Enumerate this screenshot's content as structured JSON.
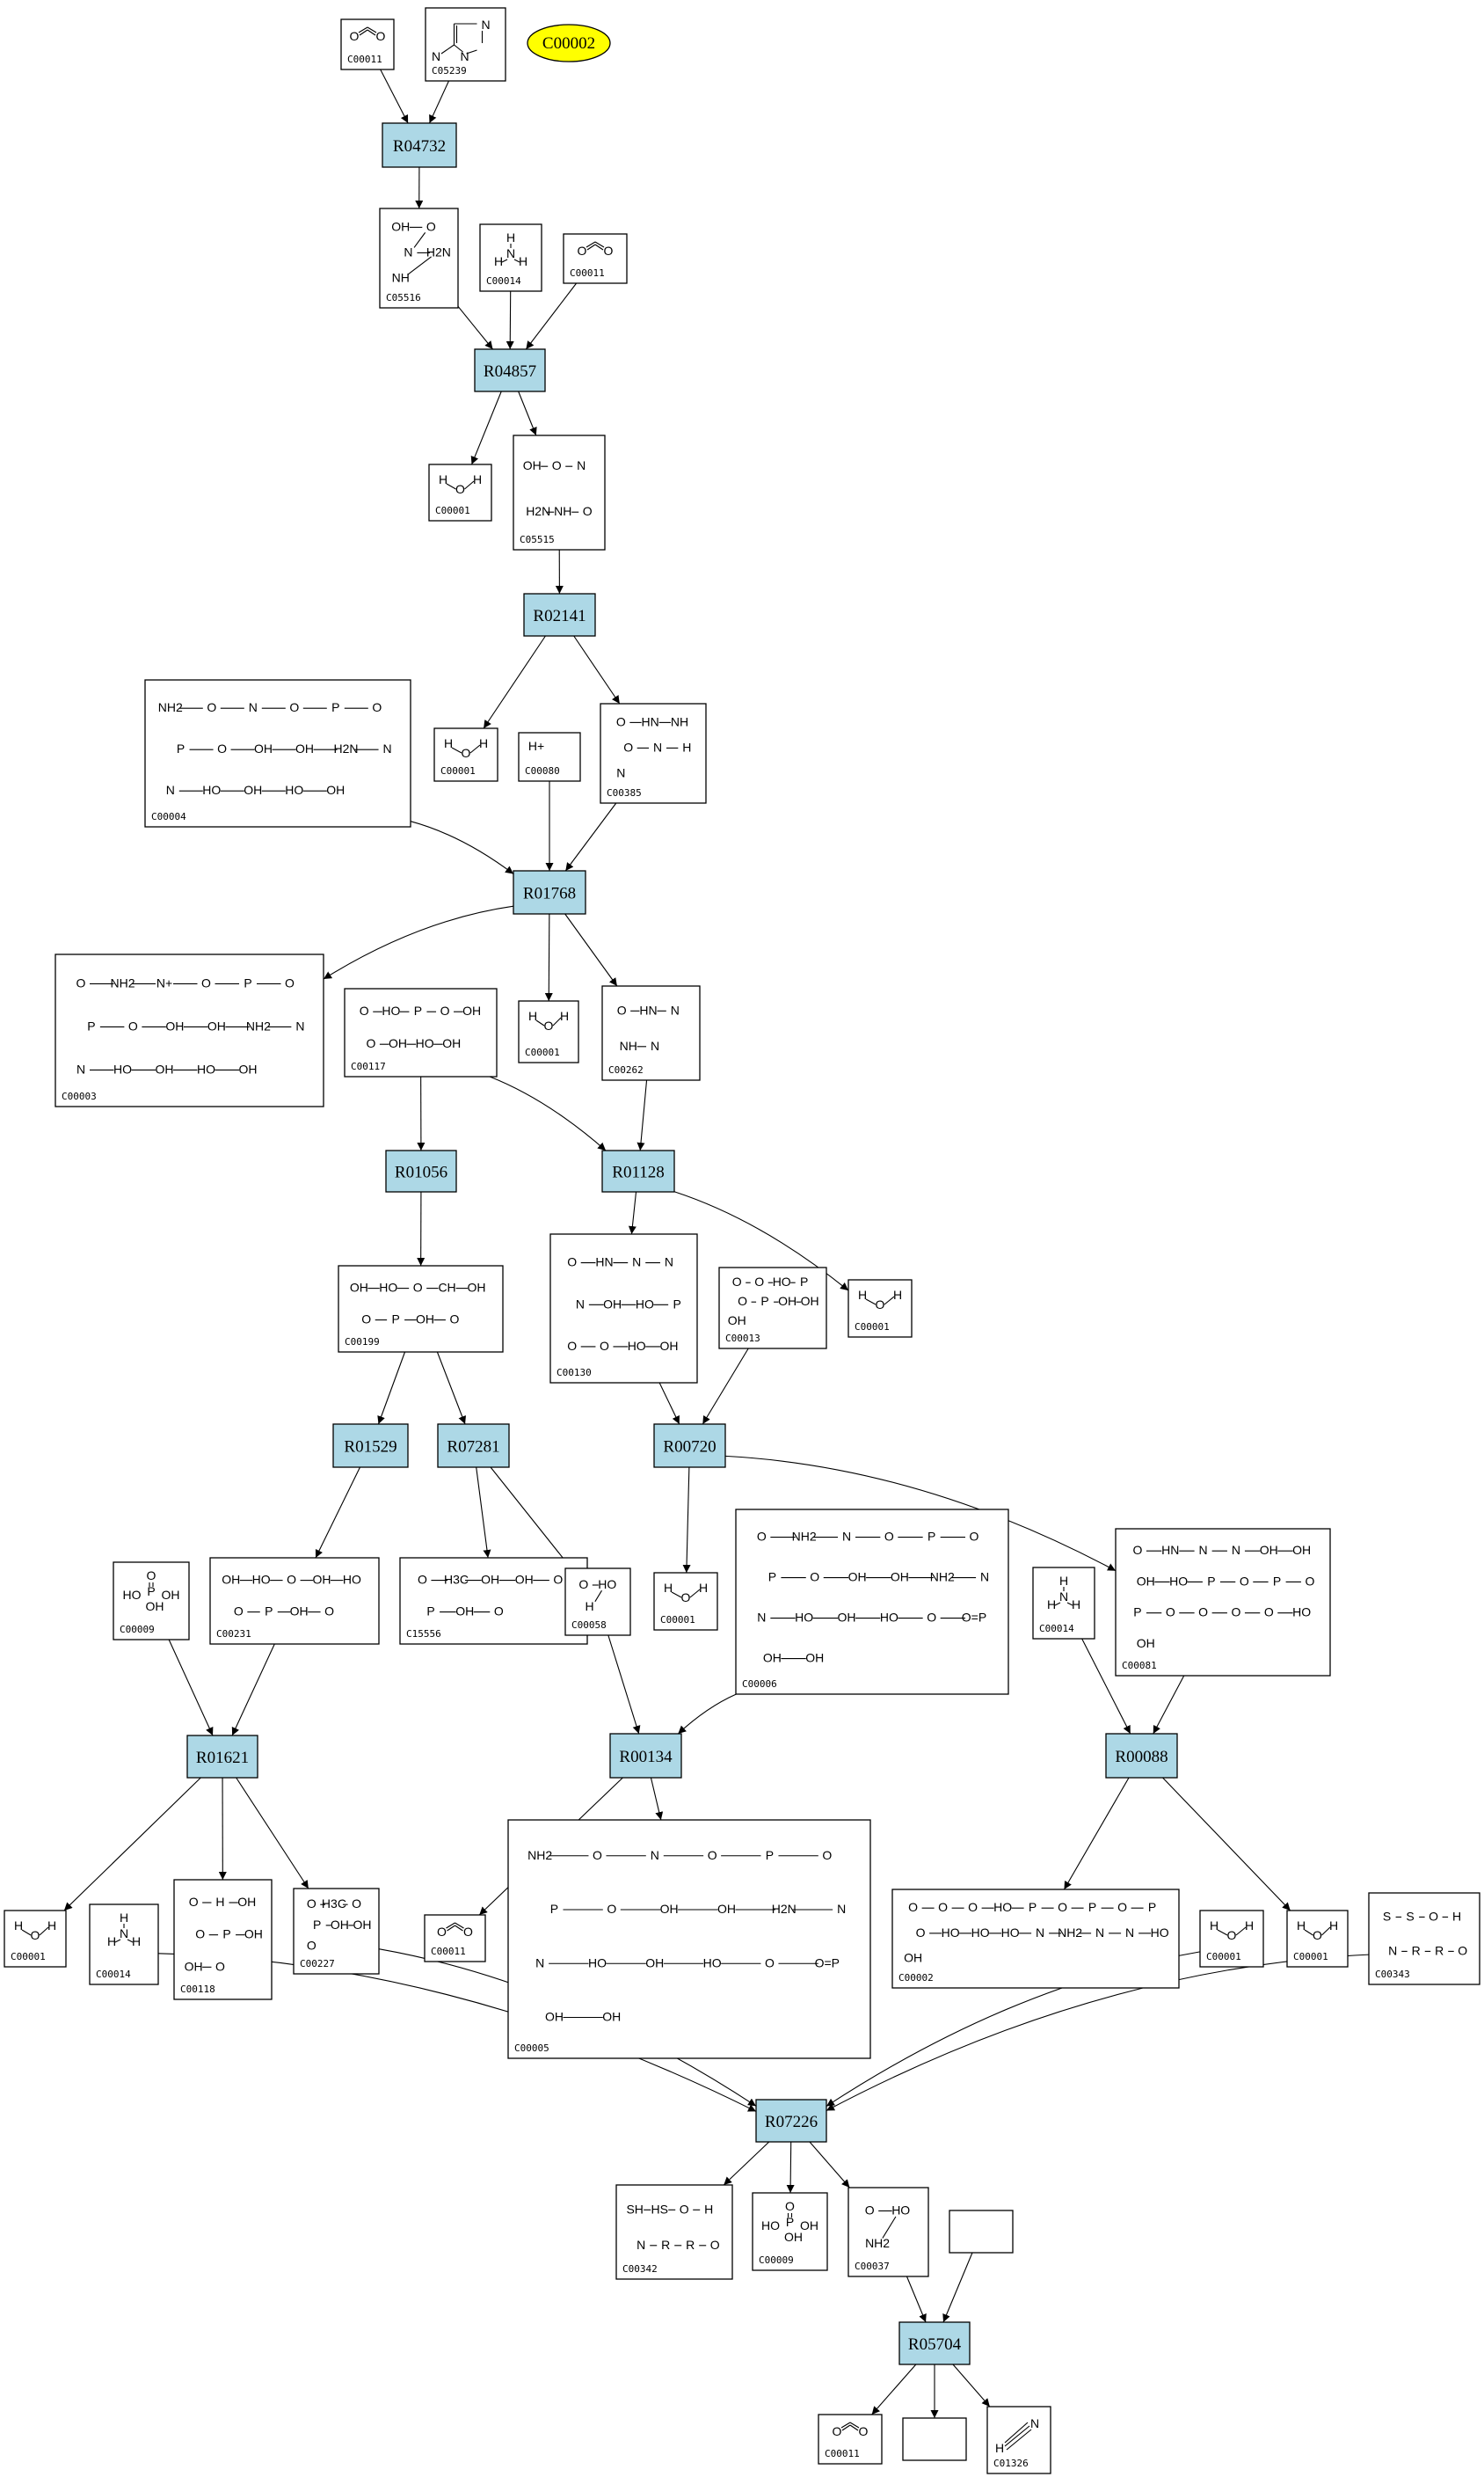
{
  "diagram": {
    "title_node": "C00002",
    "colors": {
      "reaction_fill": "#add8e6",
      "highlight_fill": "#ffff00",
      "edge": "#000000",
      "compound_fill": "#ffffff"
    },
    "reactions": [
      "R04732",
      "R04857",
      "R02141",
      "R01768",
      "R01056",
      "R01128",
      "R01529",
      "R07281",
      "R00720",
      "R01621",
      "R00134",
      "R00088",
      "R07226",
      "R05704"
    ],
    "compounds": [
      {
        "id": "n_c00011_a",
        "label": "C00011",
        "mol": "co2",
        "atoms": [
          "O",
          "O"
        ]
      },
      {
        "id": "n_c05239",
        "label": "C05239",
        "mol": "ring",
        "atoms": [
          "N",
          "N",
          "N"
        ]
      },
      {
        "id": "n_c05516",
        "label": "C05516",
        "mol": "text",
        "atoms": [
          "OH",
          "O",
          "N",
          "H2N",
          "NH"
        ]
      },
      {
        "id": "n_c00014_a",
        "label": "C00014",
        "mol": "nh3",
        "atoms": [
          "H",
          "N",
          "H",
          "H"
        ]
      },
      {
        "id": "n_c00011_b",
        "label": "C00011",
        "mol": "co2",
        "atoms": [
          "O",
          "O"
        ]
      },
      {
        "id": "n_c00001_a",
        "label": "C00001",
        "mol": "h2o",
        "atoms": [
          "H",
          "O",
          "H"
        ]
      },
      {
        "id": "n_c05515",
        "label": "C05515",
        "mol": "text",
        "atoms": [
          "OH",
          "O",
          "N",
          "H2N",
          "NH",
          "O"
        ]
      },
      {
        "id": "n_c00004",
        "label": "C00004",
        "mol": "text",
        "atoms": [
          "NH2",
          "O",
          "N",
          "O",
          "P",
          "O",
          "P",
          "O",
          "OH",
          "OH",
          "H2N",
          "N",
          "N",
          "HO",
          "OH",
          "HO",
          "OH"
        ]
      },
      {
        "id": "n_c00001_b",
        "label": "C00001",
        "mol": "h2o",
        "atoms": [
          "H",
          "O",
          "H"
        ]
      },
      {
        "id": "n_c00080",
        "label": "C00080",
        "mol": "hplus",
        "atoms": [
          "H+"
        ]
      },
      {
        "id": "n_c00385",
        "label": "C00385",
        "mol": "text",
        "atoms": [
          "O",
          "HN",
          "NH",
          "O",
          "N",
          "H",
          "N"
        ]
      },
      {
        "id": "n_c00003",
        "label": "C00003",
        "mol": "text",
        "atoms": [
          "O",
          "NH2",
          "N+",
          "O",
          "P",
          "O",
          "P",
          "O",
          "OH",
          "OH",
          "NH2",
          "N",
          "N",
          "HO",
          "OH",
          "HO",
          "OH"
        ]
      },
      {
        "id": "n_c00117",
        "label": "C00117",
        "mol": "text",
        "atoms": [
          "O",
          "HO",
          "P",
          "O",
          "OH",
          "O",
          "OH",
          "HO",
          "OH"
        ]
      },
      {
        "id": "n_c00001_c",
        "label": "C00001",
        "mol": "h2o",
        "atoms": [
          "H",
          "O",
          "H"
        ]
      },
      {
        "id": "n_c00262",
        "label": "C00262",
        "mol": "text",
        "atoms": [
          "O",
          "HN",
          "N",
          "NH",
          "N"
        ]
      },
      {
        "id": "n_c00199",
        "label": "C00199",
        "mol": "text",
        "atoms": [
          "OH",
          "HO",
          "O",
          "CH",
          "OH",
          "O",
          "P",
          "OH",
          "O"
        ]
      },
      {
        "id": "n_c00130",
        "label": "C00130",
        "mol": "text",
        "atoms": [
          "O",
          "HN",
          "N",
          "N",
          "N",
          "OH",
          "HO",
          "P",
          "O",
          "O",
          "HO",
          "OH"
        ]
      },
      {
        "id": "n_c00013",
        "label": "C00013",
        "mol": "text",
        "atoms": [
          "O",
          "O",
          "HO",
          "P",
          "O",
          "P",
          "OH",
          "OH",
          "OH"
        ]
      },
      {
        "id": "n_c00001_d",
        "label": "C00001",
        "mol": "h2o",
        "atoms": [
          "H",
          "O",
          "H"
        ]
      },
      {
        "id": "n_c00009_a",
        "label": "C00009",
        "mol": "pi",
        "atoms": [
          "O",
          "P",
          "HO",
          "OH",
          "OH"
        ]
      },
      {
        "id": "n_c00231",
        "label": "C00231",
        "mol": "text",
        "atoms": [
          "OH",
          "HO",
          "O",
          "OH",
          "HO",
          "O",
          "P",
          "OH",
          "O"
        ]
      },
      {
        "id": "n_c15556",
        "label": "C15556",
        "mol": "text",
        "atoms": [
          "O",
          "H3C",
          "OH",
          "OH",
          "O",
          "P",
          "OH",
          "O"
        ]
      },
      {
        "id": "n_c00058",
        "label": "C00058",
        "mol": "text",
        "atoms": [
          "O",
          "HO",
          "H"
        ]
      },
      {
        "id": "n_c00001_e",
        "label": "C00001",
        "mol": "h2o",
        "atoms": [
          "H",
          "O",
          "H"
        ]
      },
      {
        "id": "n_c00006",
        "label": "C00006",
        "mol": "text",
        "atoms": [
          "O",
          "NH2",
          "N",
          "O",
          "P",
          "O",
          "P",
          "O",
          "OH",
          "OH",
          "NH2",
          "N",
          "N",
          "HO",
          "OH",
          "HO",
          "O",
          "O=P",
          "OH",
          "OH"
        ]
      },
      {
        "id": "n_c00014_b",
        "label": "C00014",
        "mol": "nh3",
        "atoms": [
          "H",
          "N",
          "H",
          "H"
        ]
      },
      {
        "id": "n_c00081",
        "label": "C00081",
        "mol": "text",
        "atoms": [
          "O",
          "HN",
          "N",
          "N",
          "OH",
          "OH",
          "OH",
          "HO",
          "P",
          "O",
          "P",
          "O",
          "P",
          "O",
          "O",
          "O",
          "O",
          "HO",
          "OH"
        ]
      },
      {
        "id": "n_c00001_f",
        "label": "C00001",
        "mol": "h2o",
        "atoms": [
          "H",
          "O",
          "H"
        ]
      },
      {
        "id": "n_c00014_c",
        "label": "C00014",
        "mol": "nh3",
        "atoms": [
          "H",
          "N",
          "H",
          "H"
        ]
      },
      {
        "id": "n_c00118",
        "label": "C00118",
        "mol": "text",
        "atoms": [
          "O",
          "H",
          "OH",
          "O",
          "P",
          "OH",
          "OH",
          "O"
        ]
      },
      {
        "id": "n_c00227",
        "label": "C00227",
        "mol": "text",
        "atoms": [
          "O",
          "H3C",
          "O",
          "P",
          "OH",
          "OH",
          "O"
        ]
      },
      {
        "id": "n_c00011_c",
        "label": "C00011",
        "mol": "co2",
        "atoms": [
          "O",
          "O"
        ]
      },
      {
        "id": "n_c00005",
        "label": "C00005",
        "mol": "text",
        "atoms": [
          "NH2",
          "O",
          "N",
          "O",
          "P",
          "O",
          "P",
          "O",
          "OH",
          "OH",
          "H2N",
          "N",
          "N",
          "HO",
          "OH",
          "HO",
          "O",
          "O=P",
          "OH",
          "OH"
        ]
      },
      {
        "id": "n_c00002",
        "label": "C00002",
        "mol": "text",
        "atoms": [
          "O",
          "O",
          "O",
          "HO",
          "P",
          "O",
          "P",
          "O",
          "P",
          "O",
          "HO",
          "HO",
          "HO",
          "N",
          "NH2",
          "N",
          "N",
          "HO",
          "OH"
        ]
      },
      {
        "id": "n_c00001_g",
        "label": "C00001",
        "mol": "h2o",
        "atoms": [
          "H",
          "O",
          "H"
        ]
      },
      {
        "id": "n_c00001_h",
        "label": "C00001",
        "mol": "h2o",
        "atoms": [
          "H",
          "O",
          "H"
        ]
      },
      {
        "id": "n_c00343",
        "label": "C00343",
        "mol": "text",
        "atoms": [
          "S",
          "S",
          "O",
          "H",
          "N",
          "R",
          "R",
          "O"
        ]
      },
      {
        "id": "n_c00342",
        "label": "C00342",
        "mol": "text",
        "atoms": [
          "SH",
          "HS",
          "O",
          "H",
          "N",
          "R",
          "R",
          "O"
        ]
      },
      {
        "id": "n_c00009_b",
        "label": "C00009",
        "mol": "pi",
        "atoms": [
          "O",
          "P",
          "HO",
          "OH",
          "OH"
        ]
      },
      {
        "id": "n_c00037",
        "label": "C00037",
        "mol": "text",
        "atoms": [
          "O",
          "HO",
          "NH2"
        ]
      },
      {
        "id": "n_blank_a",
        "label": "",
        "mol": "none",
        "atoms": []
      },
      {
        "id": "n_c00011_d",
        "label": "C00011",
        "mol": "co2",
        "atoms": [
          "O",
          "O"
        ]
      },
      {
        "id": "n_blank_b",
        "label": "",
        "mol": "none",
        "atoms": []
      },
      {
        "id": "n_c01326",
        "label": "C01326",
        "mol": "hcn",
        "atoms": [
          "N",
          "H"
        ]
      }
    ],
    "edges": [
      [
        "n_c00011_a",
        "R04732"
      ],
      [
        "n_c05239",
        "R04732"
      ],
      [
        "R04732",
        "n_c05516"
      ],
      [
        "n_c05516",
        "R04857"
      ],
      [
        "n_c00014_a",
        "R04857"
      ],
      [
        "n_c00011_b",
        "R04857"
      ],
      [
        "R04857",
        "n_c00001_a"
      ],
      [
        "R04857",
        "n_c05515"
      ],
      [
        "n_c05515",
        "R02141"
      ],
      [
        "R02141",
        "n_c00001_b"
      ],
      [
        "R02141",
        "n_c00385"
      ],
      [
        "n_c00004",
        "R01768"
      ],
      [
        "n_c00080",
        "R01768"
      ],
      [
        "n_c00385",
        "R01768"
      ],
      [
        "R01768",
        "n_c00003"
      ],
      [
        "R01768",
        "n_c00001_c"
      ],
      [
        "R01768",
        "n_c00262"
      ],
      [
        "n_c00117",
        "R01056"
      ],
      [
        "n_c00117",
        "R01128"
      ],
      [
        "n_c00262",
        "R01128"
      ],
      [
        "R01056",
        "n_c00199"
      ],
      [
        "R01128",
        "n_c00130"
      ],
      [
        "R01128",
        "n_c00001_d"
      ],
      [
        "n_c00199",
        "R01529"
      ],
      [
        "n_c00199",
        "R07281"
      ],
      [
        "n_c00130",
        "R00720"
      ],
      [
        "n_c00013",
        "R00720"
      ],
      [
        "R01529",
        "n_c00231"
      ],
      [
        "R07281",
        "n_c15556"
      ],
      [
        "R07281",
        "n_c00058"
      ],
      [
        "R00720",
        "n_c00001_e"
      ],
      [
        "R00720",
        "n_c00081"
      ],
      [
        "n_c00009_a",
        "R01621"
      ],
      [
        "n_c00231",
        "R01621"
      ],
      [
        "n_c00058",
        "R00134"
      ],
      [
        "n_c00006",
        "R00134"
      ],
      [
        "n_c00014_b",
        "R00088"
      ],
      [
        "n_c00081",
        "R00088"
      ],
      [
        "R01621",
        "n_c00001_f"
      ],
      [
        "R01621",
        "n_c00118"
      ],
      [
        "R01621",
        "n_c00227"
      ],
      [
        "R00134",
        "n_c00011_c"
      ],
      [
        "R00134",
        "n_c00005"
      ],
      [
        "R00088",
        "n_c00002"
      ],
      [
        "R00088",
        "n_c00001_h"
      ],
      [
        "n_c00014_c",
        "R07226"
      ],
      [
        "n_c00227",
        "R07226"
      ],
      [
        "n_c00001_g",
        "R07226"
      ],
      [
        "n_c00343",
        "R07226"
      ],
      [
        "R07226",
        "n_c00342"
      ],
      [
        "R07226",
        "n_c00009_b"
      ],
      [
        "R07226",
        "n_c00037"
      ],
      [
        "n_c00037",
        "R05704"
      ],
      [
        "n_blank_a",
        "R05704"
      ],
      [
        "R05704",
        "n_c00011_d"
      ],
      [
        "R05704",
        "n_blank_b"
      ],
      [
        "R05704",
        "n_c01326"
      ]
    ]
  }
}
